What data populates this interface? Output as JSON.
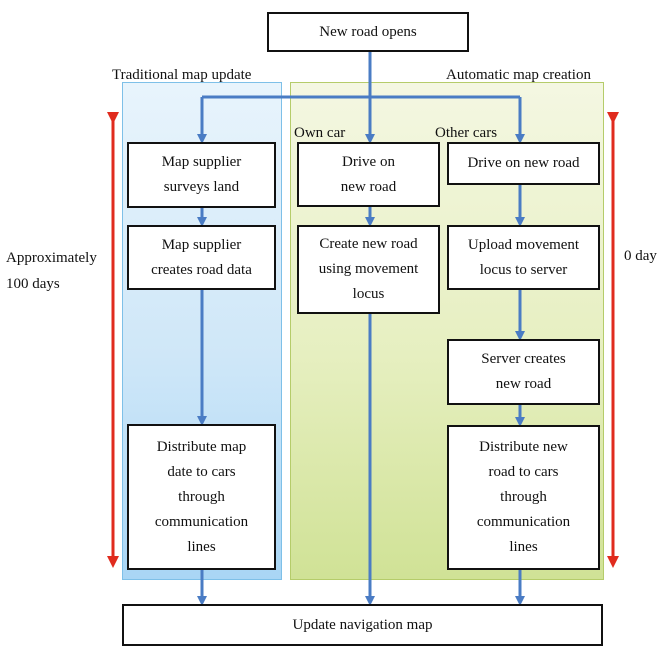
{
  "title_box": "New road opens",
  "panels": {
    "traditional_label": "Traditional map update",
    "automatic_label": "Automatic map creation"
  },
  "columns": {
    "own_car": "Own car",
    "other_cars": "Other cars"
  },
  "traditional_steps": [
    "Map supplier\nsurveys land",
    "Map supplier\ncreates road data",
    "Distribute map\ndate to cars\nthrough\ncommunication\nlines"
  ],
  "own_car_steps": [
    "Drive on\nnew road",
    "Create new road\nusing movement\nlocus"
  ],
  "other_cars_steps": [
    "Drive on new road",
    "Upload movement\nlocus to server",
    "Server creates\nnew road",
    "Distribute new\nroad to cars\nthrough\ncommunication\nlines"
  ],
  "bottom_box": "Update navigation map",
  "durations": {
    "left": "Approximately\n100 days",
    "right": "0 day"
  },
  "colors": {
    "arrow_blue": "#4a7cc4",
    "arrow_red": "#e02b1e",
    "traditional_fill": "#cfe7f8",
    "automatic_fill": "#e6efc0"
  }
}
